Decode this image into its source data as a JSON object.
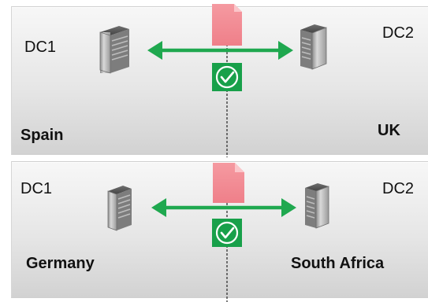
{
  "top_panel": {
    "left_dc": "DC1",
    "right_dc": "DC2",
    "left_country": "Spain",
    "right_country": "UK"
  },
  "bottom_panel": {
    "left_dc": "DC1",
    "right_dc": "DC2",
    "left_country": "Germany",
    "right_country": "South Africa"
  },
  "icons": [
    "server-icon",
    "document-icon",
    "double-arrow-icon",
    "check-icon"
  ],
  "colors": {
    "arrow": "#1fa84f",
    "check_badge": "#18a04a",
    "document": "#f3838c",
    "divider": "#333333"
  }
}
